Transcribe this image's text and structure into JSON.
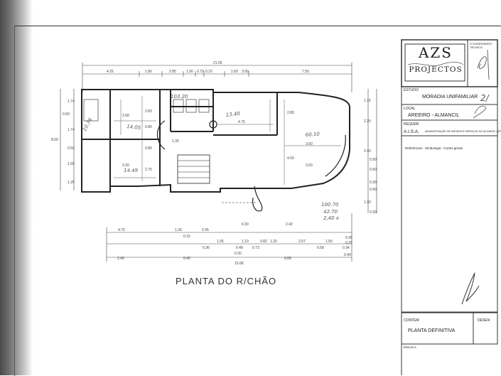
{
  "title_block": {
    "logo_line1": "AZS",
    "logo_line2": "PROJECTOS",
    "engineer_label": "O ENGENHEIRO TÉCNICO",
    "estudo_label": "ESTUDO",
    "estudo_value": "MORADIA UNIFAMILIAR",
    "local_label": "LOCAL",
    "local_value": "AREEIRO - ALMANCIL",
    "requer_label": "REQUER",
    "requer_value": "A.I.S.A.",
    "requer_detail": "- ADMINISTRAÇÃO DE IMÓVEIS E SERVIÇOS DO ALGARVE, LDª",
    "notes_text": "Referências - Simbologia - Cortes gerais",
    "contem_label": "CONTEM",
    "contem_value": "PLANTA DEFINITIVA",
    "desen_label": "DESEN",
    "escala_label": "ESCALA"
  },
  "drawing": {
    "title": "PLANTA DO R/CHÃO",
    "top_total": "21.00",
    "top_dims": [
      "4.25",
      "1.80",
      "2.85",
      "1.00",
      "0.70",
      "0.10",
      "1.60",
      "3.00",
      "7.50"
    ],
    "left_dims": [
      "1.74",
      "0.60",
      "1.74",
      "8.00",
      "0.50",
      "1.65",
      "1.25"
    ],
    "right_dims": [
      "1.15",
      "2.25",
      "2.45",
      "0.90",
      "0.50",
      "0.30",
      "0.40",
      "1.30",
      "0.30"
    ],
    "room_dims": [
      "3.68",
      "2.83",
      "3.20",
      "1.35",
      "0.85",
      "2.75",
      "4.75",
      "2.80",
      "4.00",
      "3.60",
      "3.00",
      "0.85"
    ],
    "bottom_row1": [
      "4.75",
      "1.26",
      "2.45",
      "4.30",
      "2.42"
    ],
    "bottom_row2": [
      "0.15",
      "1.05",
      "1.10",
      "0.82",
      "1.20",
      "2.57",
      "1.50",
      "0.35",
      "0.36",
      "0.48",
      "0.73",
      "0.58",
      "0.25",
      "0.34",
      "0.30"
    ],
    "bottom_row3": [
      "2.40",
      "6.40",
      "6.68",
      "0.40",
      "15.68"
    ],
    "handwritten": [
      "14.05",
      "13.40",
      "14.49",
      "60.10",
      "10.76",
      "100.70",
      "42.70",
      "2,40 x",
      "103.20"
    ],
    "sign_mark": "2/"
  }
}
